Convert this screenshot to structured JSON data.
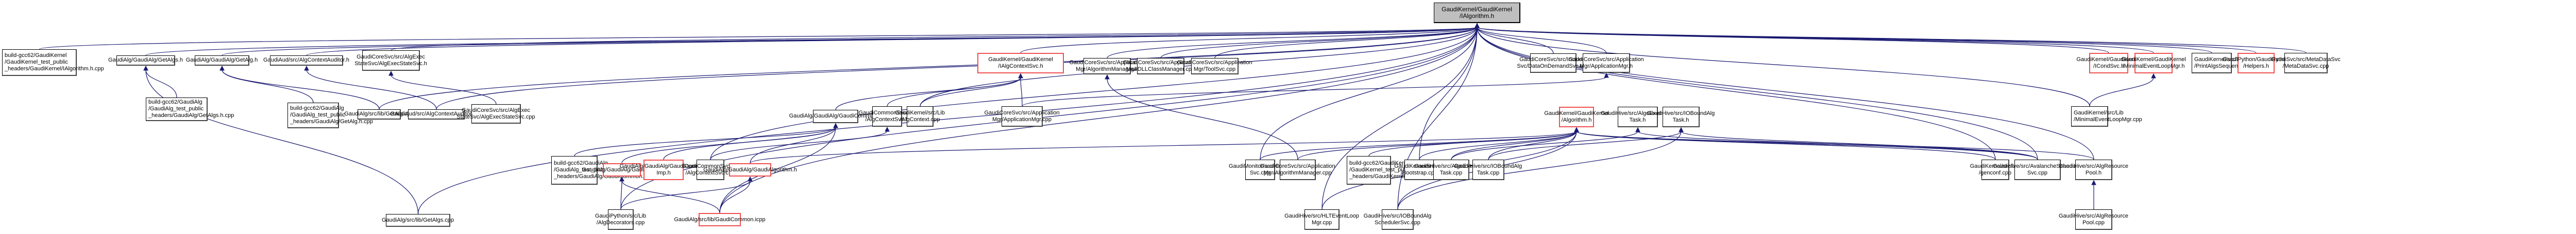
{
  "diagram": {
    "title": "GaudiKernel/GaudiKernel/IAlgorithm.h include dependency graph",
    "colors": {
      "edge": "#191970",
      "root_fill": "#bfbfbf",
      "incomplete_border": "#f05050",
      "normal_border": "#000000"
    },
    "nodes": [
      {
        "id": "root",
        "label": "GaudiKernel/GaudiKernel\n/IAlgorithm.h",
        "style": "root"
      },
      {
        "id": "n1",
        "label": "build-gcc62/GaudiKernel\n/GaudiKernel_test_public\n_headers/GaudiKernel/IAlgorithm.h.cpp",
        "style": "normal"
      },
      {
        "id": "n2",
        "label": "GaudiAlg/GaudiAlg/GetAlgs.h",
        "style": "normal"
      },
      {
        "id": "n3",
        "label": "GaudiAlg/GaudiAlg/GetAlg.h",
        "style": "normal"
      },
      {
        "id": "n4",
        "label": "GaudiAud/src/AlgContextAuditor.h",
        "style": "normal"
      },
      {
        "id": "n5",
        "label": "GaudiCoreSvc/src/AlgExec\nStateSvc/AlgExecStateSvc.h",
        "style": "normal"
      },
      {
        "id": "n6",
        "label": "GaudiKernel/GaudiKernel\n/IAlgContextSvc.h",
        "style": "red"
      },
      {
        "id": "n7",
        "label": "GaudiCoreSvc/src/Application\nMgr/AlgorithmManager.h",
        "style": "normal"
      },
      {
        "id": "n8",
        "label": "GaudiCoreSvc/src/Application\nMgr/DLLClassManager.cpp",
        "style": "normal"
      },
      {
        "id": "n9",
        "label": "GaudiCoreSvc/src/Application\nMgr/ToolSvc.cpp",
        "style": "normal"
      },
      {
        "id": "n10",
        "label": "GaudiCoreSvc/src/Incident\nSvc/DataOnDemandSvc.cpp",
        "style": "normal"
      },
      {
        "id": "n11",
        "label": "GaudiCoreSvc/src/Application\nMgr/ApplicationMgr.h",
        "style": "normal"
      },
      {
        "id": "n12",
        "label": "GaudiKernel/GaudiKernel\n/ICondSvc.h",
        "style": "red"
      },
      {
        "id": "n13",
        "label": "GaudiKernel/GaudiKernel\n/MinimalEventLoopMgr.h",
        "style": "red"
      },
      {
        "id": "n14",
        "label": "GaudiKernel/src/Lib\n/PrintAlgsSequences.cpp",
        "style": "normal"
      },
      {
        "id": "n15",
        "label": "GaudiPython/GaudiPython\n/Helpers.h",
        "style": "red"
      },
      {
        "id": "n16",
        "label": "GaudiSvc/src/MetaDataSvc\n/MetaDataSvc.cpp",
        "style": "normal"
      },
      {
        "id": "n17",
        "label": "build-gcc62/GaudiAlg\n/GaudiAlg_test_public\n_headers/GaudiAlg/GetAlgs.h.cpp",
        "style": "normal"
      },
      {
        "id": "n18",
        "label": "build-gcc62/GaudiAlg\n/GaudiAlg_test_public\n_headers/GaudiAlg/GetAlg.h.cpp",
        "style": "normal"
      },
      {
        "id": "n19",
        "label": "GaudiAlg/src/lib/GetAlg.cpp",
        "style": "normal"
      },
      {
        "id": "n20",
        "label": "GaudiAud/src/AlgContextAuditor.cpp",
        "style": "normal"
      },
      {
        "id": "n21",
        "label": "GaudiCoreSvc/src/AlgExec\nStateSvc/AlgExecStateSvc.cpp",
        "style": "normal"
      },
      {
        "id": "n22",
        "label": "GaudiAlg/GaudiAlg/GaudiCommon.h",
        "style": "normal"
      },
      {
        "id": "n23",
        "label": "GaudiCommonSvc/src\n/AlgContextSvc.h",
        "style": "normal"
      },
      {
        "id": "n24",
        "label": "GaudiKernel/src/Lib\n/AlgContext.cpp",
        "style": "normal"
      },
      {
        "id": "n25",
        "label": "GaudiCoreSvc/src/Application\nMgr/ApplicationMgr.cpp",
        "style": "normal"
      },
      {
        "id": "n26",
        "label": "GaudiKernel/GaudiKernel\n/Algorithm.h",
        "style": "red"
      },
      {
        "id": "n27",
        "label": "GaudiHive/src/AlgoExecution\nTask.h",
        "style": "normal"
      },
      {
        "id": "n28",
        "label": "GaudiHive/src/IOBoundAlg\nTask.h",
        "style": "normal"
      },
      {
        "id": "n29",
        "label": "GaudiKernel/src/Lib\n/MinimalEventLoopMgr.cpp",
        "style": "normal"
      },
      {
        "id": "n30",
        "label": "build-gcc62/GaudiAlg\n/GaudiAlg_test_public\n_headers/GaudiAlg/GaudiCommon.h.cpp",
        "style": "normal"
      },
      {
        "id": "n31",
        "label": "GaudiAlg/GaudiAlg/GaudiTool.h",
        "style": "red"
      },
      {
        "id": "n32",
        "label": "GaudiAlg/GaudiAlg/GaudiCommon\nImp.h",
        "style": "red"
      },
      {
        "id": "n33",
        "label": "GaudiCommonSvc/src\n/AlgContextSvc.cpp",
        "style": "normal"
      },
      {
        "id": "n34",
        "label": "GaudiAlg/GaudiAlg/GaudiAlgorithm.h",
        "style": "red"
      },
      {
        "id": "n35",
        "label": "GaudiMonitor/src/History\nSvc.cpp",
        "style": "normal"
      },
      {
        "id": "n36",
        "label": "GaudiCoreSvc/src/Application\nMgr/AlgorithmManager.cpp",
        "style": "normal"
      },
      {
        "id": "n37",
        "label": "build-gcc62/GaudiKernel\n/GaudiKernel_test_public\n_headers/GaudiKernel/Algorithm.h.cpp",
        "style": "normal"
      },
      {
        "id": "n38",
        "label": "GaudiKernel/src/Lib\n/Bootstrap.cpp",
        "style": "normal"
      },
      {
        "id": "n39",
        "label": "GaudiHive/src/AlgoExecution\nTask.cpp",
        "style": "normal"
      },
      {
        "id": "n40",
        "label": "GaudiHive/src/IOBoundAlg\nTask.cpp",
        "style": "normal"
      },
      {
        "id": "n41",
        "label": "GaudiKernel/src/Util\n/genconf.cpp",
        "style": "normal"
      },
      {
        "id": "n42",
        "label": "GaudiHive/src/AvalancheScheduler\nSvc.cpp",
        "style": "normal"
      },
      {
        "id": "n43",
        "label": "GaudiHive/src/AlgResource\nPool.h",
        "style": "normal"
      },
      {
        "id": "n44",
        "label": "GaudiAlg/src/lib/GetAlgs.cpp",
        "style": "normal"
      },
      {
        "id": "n45",
        "label": "GaudiPython/src/Lib\n/AlgDecorators.cpp",
        "style": "normal"
      },
      {
        "id": "n46",
        "label": "GaudiAlg/src/lib/GaudiCommon.icpp",
        "style": "red"
      },
      {
        "id": "n47",
        "label": "GaudiHive/src/HLTEventLoop\nMgr.cpp",
        "style": "normal"
      },
      {
        "id": "n48",
        "label": "GaudiHive/src/IOBoundAlg\nSchedulerSvc.cpp",
        "style": "normal"
      },
      {
        "id": "n49",
        "label": "GaudiHive/src/AlgResource\nPool.cpp",
        "style": "normal"
      }
    ],
    "edges": [
      [
        "n1",
        "root"
      ],
      [
        "n2",
        "root"
      ],
      [
        "n3",
        "root"
      ],
      [
        "n4",
        "root"
      ],
      [
        "n5",
        "root"
      ],
      [
        "n6",
        "root"
      ],
      [
        "n7",
        "root"
      ],
      [
        "n8",
        "root"
      ],
      [
        "n9",
        "root"
      ],
      [
        "n10",
        "root"
      ],
      [
        "n11",
        "root"
      ],
      [
        "n12",
        "root"
      ],
      [
        "n13",
        "root"
      ],
      [
        "n14",
        "root"
      ],
      [
        "n15",
        "root"
      ],
      [
        "n16",
        "root"
      ],
      [
        "n17",
        "n2"
      ],
      [
        "n44",
        "n2"
      ],
      [
        "n18",
        "n3"
      ],
      [
        "n19",
        "n3"
      ],
      [
        "n20",
        "n4"
      ],
      [
        "n21",
        "n5"
      ],
      [
        "n22",
        "n6"
      ],
      [
        "n23",
        "n6"
      ],
      [
        "n24",
        "n6"
      ],
      [
        "n25",
        "n6"
      ],
      [
        "n36",
        "n7"
      ],
      [
        "n25",
        "n11"
      ],
      [
        "n29",
        "n13"
      ],
      [
        "n30",
        "n22"
      ],
      [
        "n31",
        "n22"
      ],
      [
        "n32",
        "n22"
      ],
      [
        "n34",
        "n22"
      ],
      [
        "n46",
        "n22"
      ],
      [
        "n33",
        "n23"
      ],
      [
        "n34",
        "n26"
      ],
      [
        "n35",
        "n26"
      ],
      [
        "n36",
        "n26"
      ],
      [
        "n37",
        "n26"
      ],
      [
        "n38",
        "n26"
      ],
      [
        "n39",
        "n26"
      ],
      [
        "n40",
        "n26"
      ],
      [
        "n41",
        "n26"
      ],
      [
        "n42",
        "n26"
      ],
      [
        "n43",
        "n26"
      ],
      [
        "n47",
        "n26"
      ],
      [
        "n48",
        "n26"
      ],
      [
        "n39",
        "n27"
      ],
      [
        "n42",
        "n27"
      ],
      [
        "n40",
        "n28"
      ],
      [
        "n48",
        "n28"
      ],
      [
        "n42",
        "n28"
      ],
      [
        "n45",
        "n31"
      ],
      [
        "n46",
        "n31"
      ],
      [
        "n45",
        "n34"
      ],
      [
        "n46",
        "n34"
      ],
      [
        "n49",
        "n43"
      ],
      [
        "n44",
        "root"
      ],
      [
        "n19",
        "root"
      ],
      [
        "n20",
        "root"
      ],
      [
        "n45",
        "root"
      ],
      [
        "n46",
        "root"
      ],
      [
        "n47",
        "root"
      ],
      [
        "n48",
        "root"
      ],
      [
        "n42",
        "root"
      ],
      [
        "n43",
        "root"
      ],
      [
        "n41",
        "root"
      ],
      [
        "n38",
        "root"
      ],
      [
        "n35",
        "root"
      ],
      [
        "n33",
        "root"
      ],
      [
        "n24",
        "root"
      ],
      [
        "n29",
        "root"
      ]
    ]
  }
}
